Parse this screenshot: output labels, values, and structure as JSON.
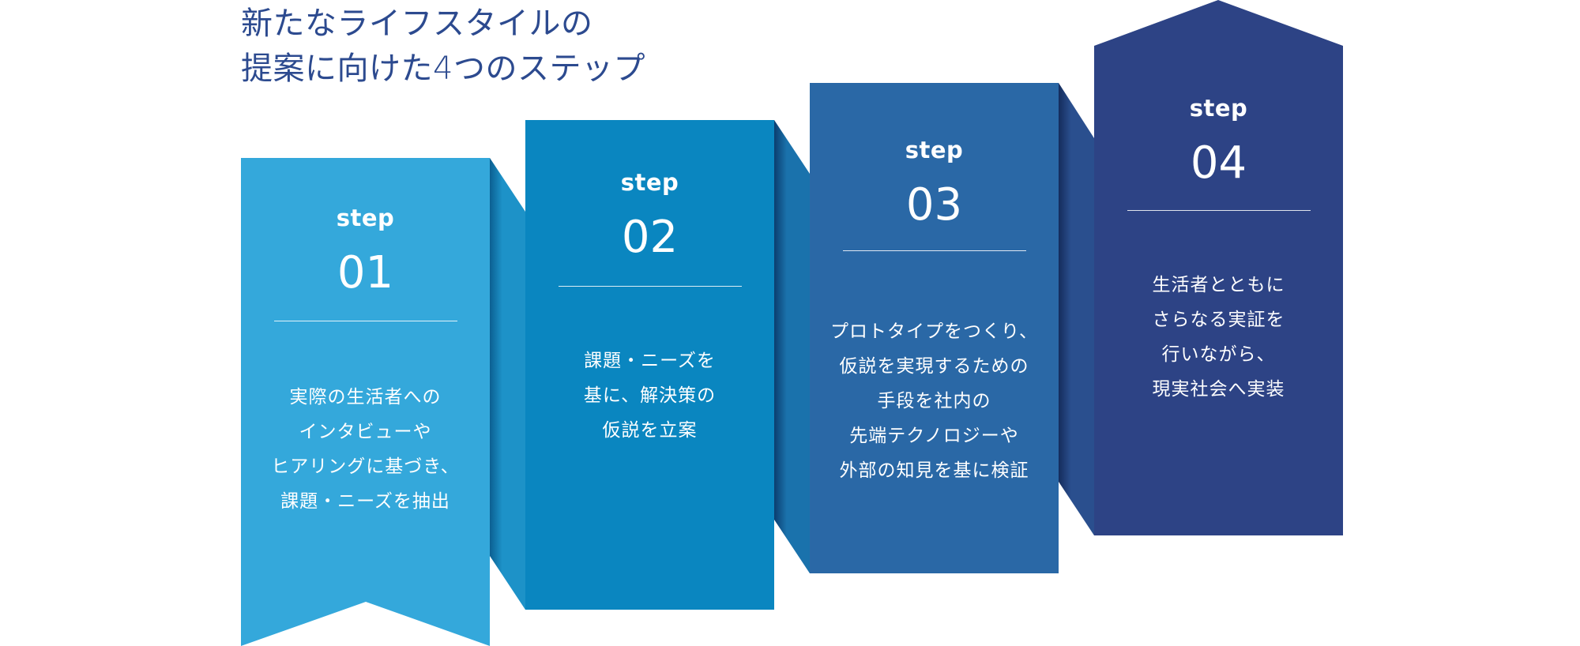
{
  "title_lines": [
    "新たなライフスタイルの",
    "提案に向けた4つのステップ"
  ],
  "colors": {
    "step1": "#34a8db",
    "step2": "#0a86c0",
    "step3": "#2a68a6",
    "step4": "#2d4385",
    "connector1": "#1d92c8",
    "connector2": "#1a72ac",
    "connector3": "#2a4f8e",
    "title": "#2c4a8f"
  },
  "steps": [
    {
      "label": "step",
      "number": "01",
      "lines": [
        "実際の生活者への",
        "インタビューや",
        "ヒアリングに基づき、",
        "課題・ニーズを抽出"
      ]
    },
    {
      "label": "step",
      "number": "02",
      "lines": [
        "課題・ニーズを",
        "基に、解決策の",
        "仮説を立案"
      ]
    },
    {
      "label": "step",
      "number": "03",
      "lines": [
        "プロトタイプをつくり、",
        "仮説を実現するための",
        "手段を社内の",
        "先端テクノロジーや",
        "外部の知見を基に検証"
      ]
    },
    {
      "label": "step",
      "number": "04",
      "lines": [
        "生活者とともに",
        "さらなる実証を",
        "行いながら、",
        "現実社会へ実装"
      ]
    }
  ]
}
